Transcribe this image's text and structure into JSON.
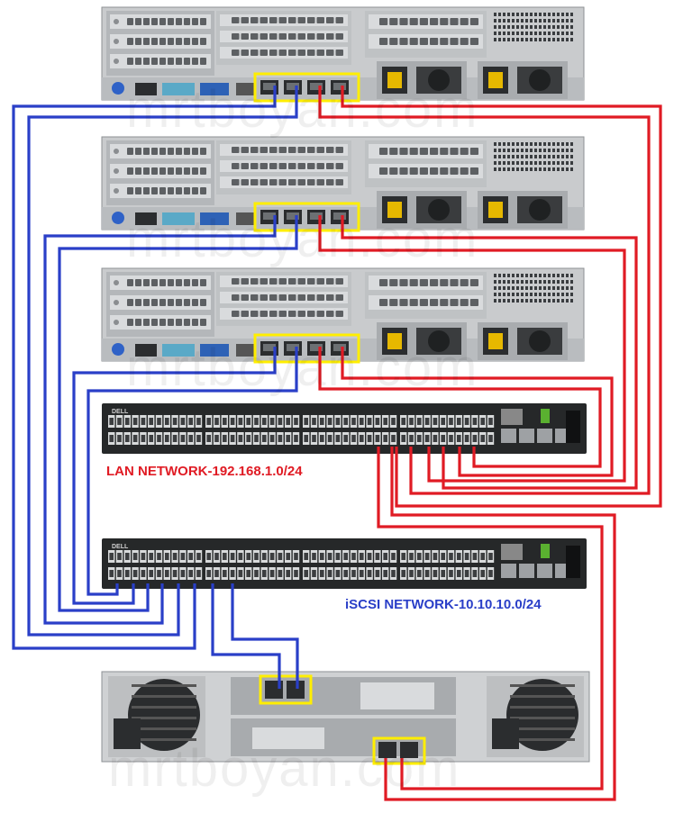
{
  "labels": {
    "lan": "LAN NETWORK-192.168.1.0/24",
    "iscsi": "iSCSI NETWORK-10.10.10.0/24"
  },
  "watermark": "mrtboyan.com",
  "colors": {
    "lan_cable": "#e01b24",
    "iscsi_cable": "#2a3fc8",
    "port_highlight": "#ffee00",
    "chassis": "#c9cbcd",
    "switch_body": "#262829",
    "lan_label": "#e01b24",
    "iscsi_label": "#2a3fc8"
  },
  "devices": {
    "servers": [
      {
        "name": "server-1",
        "nic_ports": 4
      },
      {
        "name": "server-2",
        "nic_ports": 4
      },
      {
        "name": "server-3",
        "nic_ports": 4
      }
    ],
    "switches": [
      {
        "name": "lan-switch",
        "brand": "DELL",
        "ports": 48,
        "network": "lan"
      },
      {
        "name": "iscsi-switch",
        "brand": "DELL",
        "ports": 48,
        "network": "iscsi"
      }
    ],
    "storage": {
      "name": "storage-array",
      "controllers": 2
    }
  },
  "connections": {
    "lan": [
      {
        "from": "server-1",
        "to": "lan-switch"
      },
      {
        "from": "server-1",
        "to": "lan-switch"
      },
      {
        "from": "server-2",
        "to": "lan-switch"
      },
      {
        "from": "server-2",
        "to": "lan-switch"
      },
      {
        "from": "server-3",
        "to": "lan-switch"
      },
      {
        "from": "server-3",
        "to": "lan-switch"
      },
      {
        "from": "lan-switch",
        "to": "storage-array"
      },
      {
        "from": "lan-switch",
        "to": "storage-array"
      }
    ],
    "iscsi": [
      {
        "from": "server-1",
        "to": "iscsi-switch"
      },
      {
        "from": "server-1",
        "to": "iscsi-switch"
      },
      {
        "from": "server-2",
        "to": "iscsi-switch"
      },
      {
        "from": "server-2",
        "to": "iscsi-switch"
      },
      {
        "from": "server-3",
        "to": "iscsi-switch"
      },
      {
        "from": "server-3",
        "to": "iscsi-switch"
      },
      {
        "from": "iscsi-switch",
        "to": "storage-array"
      },
      {
        "from": "iscsi-switch",
        "to": "storage-array"
      }
    ]
  }
}
